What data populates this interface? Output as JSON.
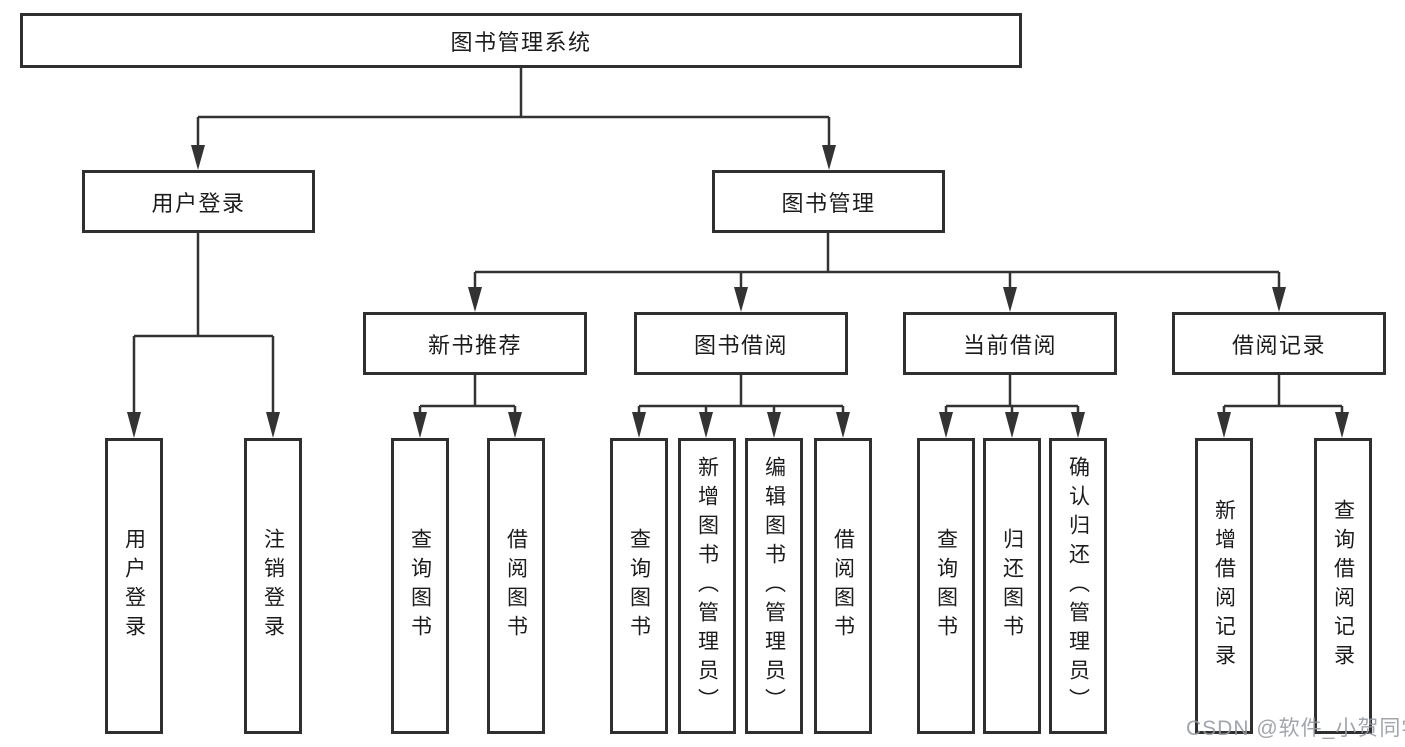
{
  "colors": {
    "background": "#ffffff",
    "line": "#333333",
    "box_border": "#2f2f2f",
    "text": "#1c1c1e",
    "watermark": "#9499a0"
  },
  "tree": {
    "root": {
      "label": "图书管理系统"
    },
    "children": [
      {
        "label": "用户登录",
        "children": [
          {
            "label": "用户登录"
          },
          {
            "label": "注销登录"
          }
        ]
      },
      {
        "label": "图书管理",
        "children": [
          {
            "label": "新书推荐",
            "children": [
              {
                "label": "查询图书"
              },
              {
                "label": "借阅图书"
              }
            ]
          },
          {
            "label": "图书借阅",
            "children": [
              {
                "label": "查询图书"
              },
              {
                "label": "新增图书（管理员）"
              },
              {
                "label": "编辑图书（管理员）"
              },
              {
                "label": "借阅图书"
              }
            ]
          },
          {
            "label": "当前借阅",
            "children": [
              {
                "label": "查询图书"
              },
              {
                "label": "归还图书"
              },
              {
                "label": "确认归还（管理员）"
              }
            ]
          },
          {
            "label": "借阅记录",
            "children": [
              {
                "label": "新增借阅记录"
              },
              {
                "label": "查询借阅记录"
              }
            ]
          }
        ]
      }
    ]
  },
  "watermark": {
    "text": "CSDN @软件_小贺同学"
  }
}
